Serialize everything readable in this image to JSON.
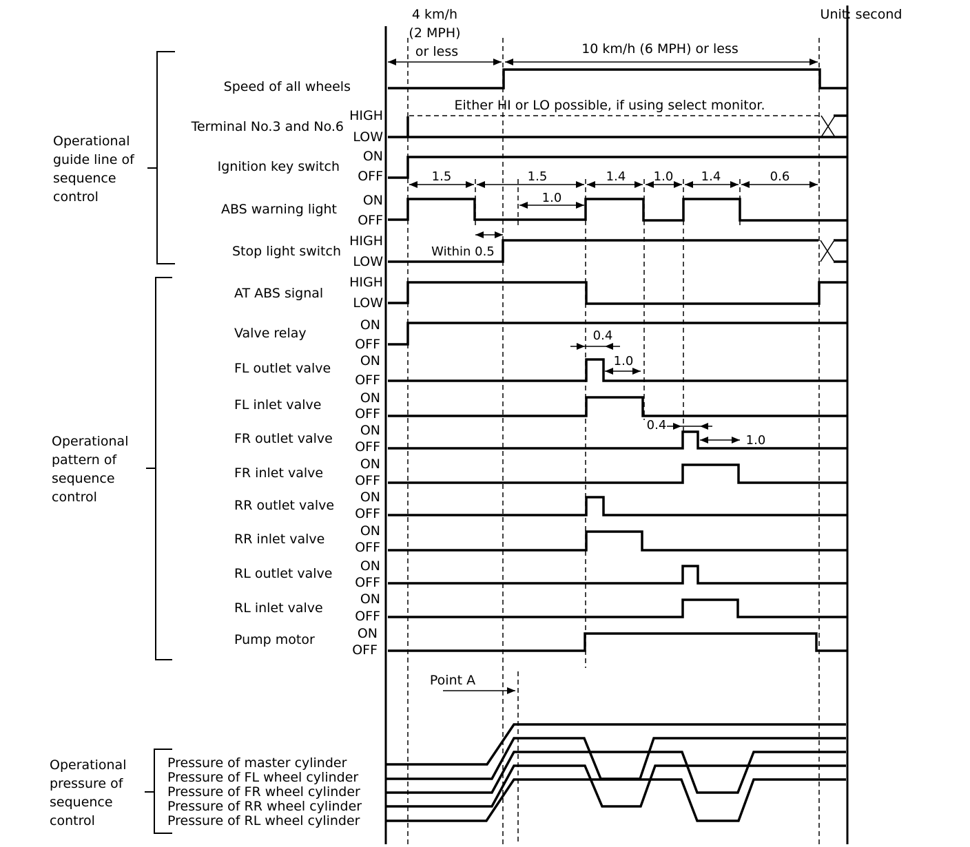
{
  "unit_label": "Unit: second",
  "speed_top": {
    "left": "4 km/h\n(2 MPH)\nor less",
    "right": "10 km/h (6 MPH) or less"
  },
  "note": "Either HI or LO possible, if using select monitor.",
  "groups": [
    {
      "id": "guide",
      "label": "Operational\nguide line of\nsequence\ncontrol"
    },
    {
      "id": "pattern",
      "label": "Operational\npattern of\nsequence\ncontrol"
    },
    {
      "id": "pressure",
      "label": "Operational\npressure of\nsequence\ncontrol"
    }
  ],
  "signals": [
    {
      "name": "Speed of all wheels",
      "states": []
    },
    {
      "name": "Terminal No.3 and No.6",
      "states": [
        "HIGH",
        "LOW"
      ]
    },
    {
      "name": "Ignition key switch",
      "states": [
        "ON",
        "OFF"
      ]
    },
    {
      "name": "ABS warning light",
      "states": [
        "ON",
        "OFF"
      ]
    },
    {
      "name": "Stop light switch",
      "states": [
        "HIGH",
        "LOW"
      ]
    },
    {
      "name": "AT ABS signal",
      "states": [
        "HIGH",
        "LOW"
      ]
    },
    {
      "name": "Valve relay",
      "states": [
        "ON",
        "OFF"
      ]
    },
    {
      "name": "FL outlet valve",
      "states": [
        "ON",
        "OFF"
      ]
    },
    {
      "name": "FL inlet valve",
      "states": [
        "ON",
        "OFF"
      ]
    },
    {
      "name": "FR outlet valve",
      "states": [
        "ON",
        "OFF"
      ]
    },
    {
      "name": "FR inlet valve",
      "states": [
        "ON",
        "OFF"
      ]
    },
    {
      "name": "RR outlet valve",
      "states": [
        "ON",
        "OFF"
      ]
    },
    {
      "name": "RR inlet valve",
      "states": [
        "ON",
        "OFF"
      ]
    },
    {
      "name": "RL outlet valve",
      "states": [
        "ON",
        "OFF"
      ]
    },
    {
      "name": "RL inlet valve",
      "states": [
        "ON",
        "OFF"
      ]
    },
    {
      "name": "Pump motor",
      "states": [
        "ON",
        "OFF"
      ]
    }
  ],
  "pressures": [
    "Pressure of master cylinder",
    "Pressure of FL wheel cylinder",
    "Pressure of FR wheel cylinder",
    "Pressure of RR wheel cylinder",
    "Pressure of RL wheel cylinder"
  ],
  "durations": {
    "d1": "1.5",
    "d2": "1.5",
    "d3": "1.4",
    "d4": "1.0",
    "d5": "1.4",
    "d6": "0.6",
    "abs_gap": "1.0",
    "within": "Within 0.5",
    "fl_out": "0.4",
    "fl_gap": "1.0",
    "fr_out": "0.4",
    "fr_gap": "1.0"
  },
  "point_a": "Point A"
}
